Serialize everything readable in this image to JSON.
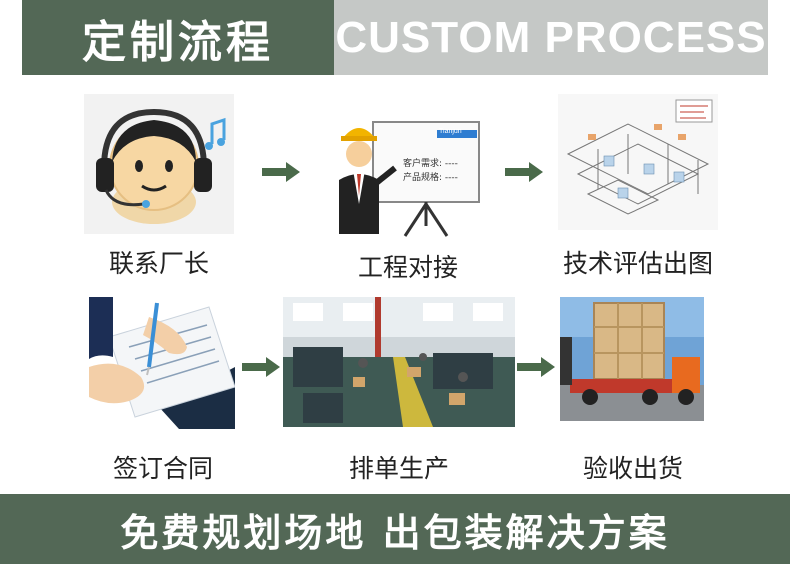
{
  "header": {
    "title_cn": "定制流程",
    "title_en": "CUSTOM PROCESS"
  },
  "steps": [
    {
      "label": "联系厂长",
      "icon": "customer-service-headset-icon"
    },
    {
      "label": "工程对接",
      "icon": "engineer-presentation-icon",
      "board_brand": "Tianjun",
      "board_line1": "客户需求: ----",
      "board_line2": "产品规格: ----"
    },
    {
      "label": "技术评估出图",
      "icon": "technical-drawing-icon"
    },
    {
      "label": "签订合同",
      "icon": "contract-signing-icon"
    },
    {
      "label": "排单生产",
      "icon": "factory-production-icon"
    },
    {
      "label": "验收出货",
      "icon": "shipping-truck-icon"
    }
  ],
  "footer": {
    "slogan": "免费规划场地 出包装解决方案"
  },
  "colors": {
    "brand_green": "#536856",
    "header_gray": "#c5c8c6",
    "arrow_green": "#4a6a4a"
  }
}
